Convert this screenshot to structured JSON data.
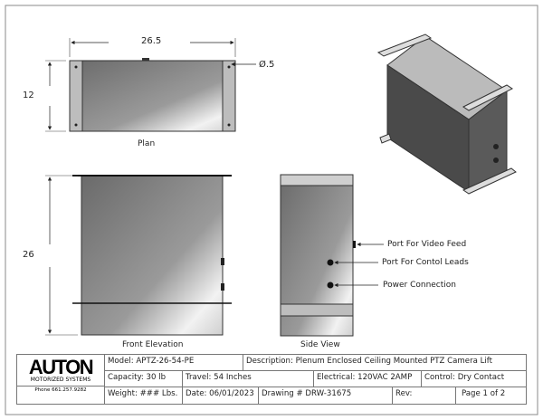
{
  "drawing": {
    "dims": {
      "plan_width": "26.5",
      "plan_height": "12",
      "hole": "Ø.5",
      "front_height": "26"
    },
    "view_labels": {
      "plan": "Plan",
      "front": "Front Elevation",
      "side": "Side View"
    },
    "callouts": [
      "Port For Video Feed",
      "Port For Contol Leads",
      "Power Connection"
    ]
  },
  "title_block": {
    "logo": {
      "name": "AUTON",
      "subtitle": "MOTORIZED SYSTEMS",
      "phone": "Phone 661.257.9282"
    },
    "model": "Model:  APTZ-26-54-PE",
    "description": "Description: Plenum Enclosed Ceiling Mounted PTZ Camera Lift",
    "capacity": "Capacity:  30 lb",
    "travel": "Travel:  54 Inches",
    "electrical": "Electrical: 120VAC  2AMP",
    "control": "Control:  Dry Contact",
    "weight": "Weight: ### Lbs.",
    "date": "Date: 06/01/2023",
    "drawing_number": "Drawing # DRW-31675",
    "rev": "Rev:",
    "page": "Page 1  of  2"
  }
}
